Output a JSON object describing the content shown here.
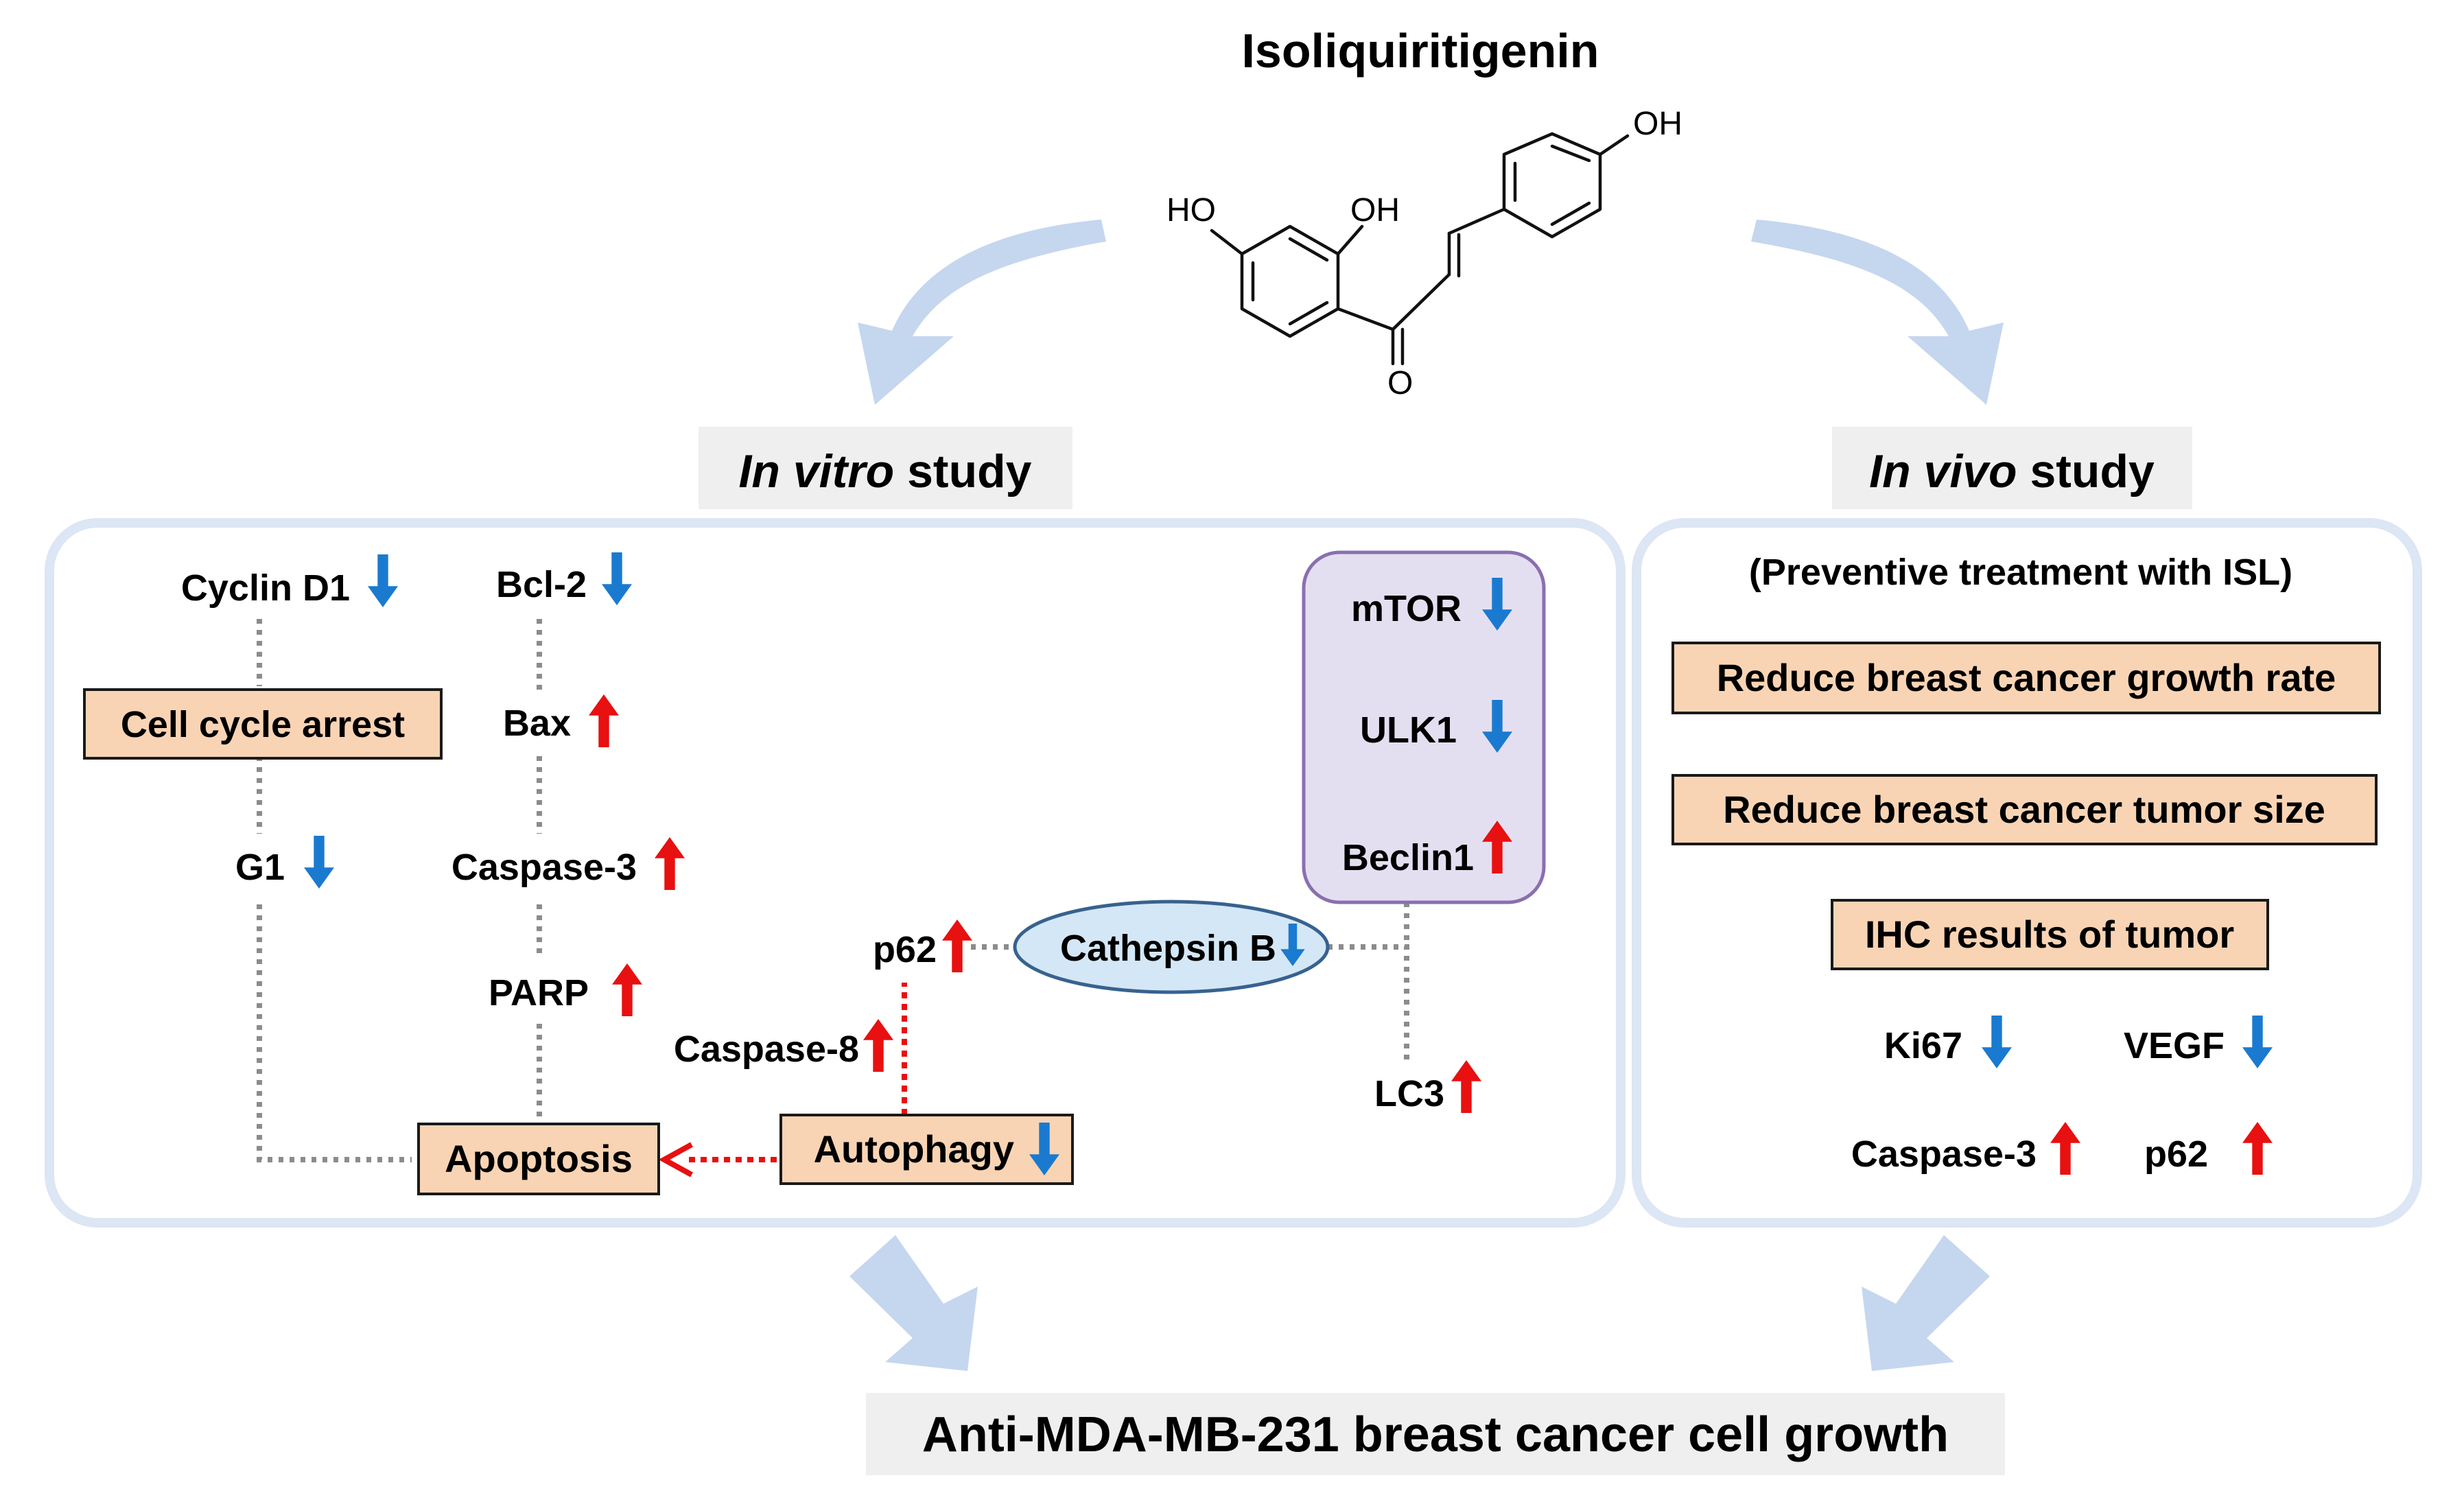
{
  "colors": {
    "up_arrow": "#e81010",
    "down_arrow": "#1a7ad0",
    "flow_arrow": "#c5d6ef",
    "box_fill": "#f9d4b4",
    "mtor_box_fill": "#e4dff0",
    "mtor_box_stroke": "#8a6fb0",
    "cathepsin_fill": "#d4e7f6",
    "cathepsin_stroke": "#37628f"
  },
  "compound": {
    "title": "Isoliquiritigenin",
    "ho_left": "HO",
    "oh_middle": "OH",
    "oh_top": "OH",
    "carbonyl_o": "O"
  },
  "in_vitro": {
    "title_italic": "In vitro",
    "title_rest": " study",
    "cyclin_d1": "Cyclin D1",
    "cell_cycle_arrest": "Cell cycle arrest",
    "g1": "G1",
    "bcl2": "Bcl-2",
    "bax": "Bax",
    "caspase3": "Caspase-3",
    "parp": "PARP",
    "apoptosis": "Apoptosis",
    "autophagy": "Autophagy",
    "caspase8": "Caspase-8",
    "p62": "p62",
    "cathepsin_b": "Cathepsin B",
    "mtor": "mTOR",
    "ulk1": "ULK1",
    "beclin1": "Beclin1",
    "lc3": "LC3"
  },
  "in_vivo": {
    "title_italic": "In vivo",
    "title_rest": " study",
    "subtitle": "(Preventive treatment with ISL)",
    "growth_rate": "Reduce breast cancer growth rate",
    "tumor_size": "Reduce breast cancer tumor size",
    "ihc": "IHC results of tumor",
    "ki67": "Ki67",
    "vegf": "VEGF",
    "caspase3": "Caspase-3",
    "p62": "p62"
  },
  "conclusion": "Anti-MDA-MB-231 breast cancer cell growth"
}
